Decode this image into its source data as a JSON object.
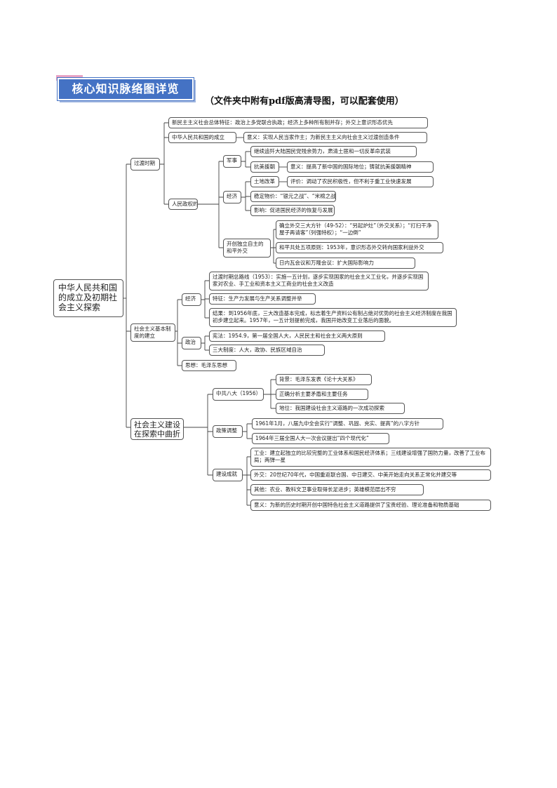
{
  "header": {
    "title": "核心知识脉络图详览",
    "subtitle": "（文件夹中附有pdf版高清导图，可以配套使用）"
  },
  "root": "中华人民共和国的成立及初期社会主义探索",
  "b1": {
    "label": "过渡时期",
    "a": "新民主主义社会总体特征：政治上多党联合执政；经济上多种所有制并存；外交上意识形态优先",
    "b": {
      "label": "中华人民共和国的成立",
      "c1": "意义：实现人民当家作主；为新民主主义向社会主义过渡创造条件"
    },
    "c": {
      "label": "人民政权的巩固",
      "mil": {
        "label": "军事",
        "c1": "继续追歼大陆国民党残余势力，肃清土匪和一切反革命武装",
        "aid": {
          "label": "抗美援朝",
          "c1": "意义：提高了新中国的国际地位；铸就抗美援朝精神"
        }
      },
      "eco": {
        "label": "经济",
        "land": {
          "label": "土地改革",
          "c1": "评价：调动了农民积极性，但不利于重工业快速发展"
        },
        "c2": "稳定物价：“银元之战”、“米棉之战”",
        "c3": "影响：促进国民经济的恢复与发展"
      },
      "dip": {
        "label": "开创独立自主的和平外交",
        "c1": "确立外交三大方针（49-52）：“另起炉灶”（外交关系）；“打扫干净屋子再请客”（列强特权）；“一边倒”",
        "c2": "和平共处五项原则：1953年，意识形态外交转向国家利益外交",
        "c3": "日内瓦会议和万隆会议：扩大国际影响力"
      }
    }
  },
  "b2": {
    "label": "社会主义基本制度的建立",
    "eco": {
      "label": "经济",
      "c1": "过渡时期总路线（1953）：实施一五计划，逐步实现国家的社会主义工业化，并逐步实现国家对农业、手工业和资本主义工商业的社会主义改造",
      "c2": "特征：生产力发展与生产关系调整并举",
      "c3": "结果：到1956年底，三大改造基本完成，标志着生产资料公有制占绝对优势的社会主义经济制度在我国初步建立起来。1957年，一五计划提前完成，我国开始改变工业落后的面貌。"
    },
    "pol": {
      "label": "政治",
      "c1": "宪法：1954.9，第一届全国人大，人民民主和社会主义两大原则",
      "c2": "三大制度：人大，政协、民族区域自治"
    },
    "thought": "思想：毛泽东思想"
  },
  "b3": {
    "label": "社会主义建设在探索中曲折发展",
    "c8": {
      "label": "中共八大（1956）",
      "c1": "背景：毛泽东发表《论十大关系》",
      "c2": "正确分析主要矛盾和主要任务",
      "c3": "地位：我国建设社会主义道路的一次成功探索"
    },
    "adj": {
      "label": "政策调整",
      "c1": "1961年1月，八届九中全会实行“调整、巩固、充实、提高”的八字方针",
      "c2": "1964年三届全国人大一次会议提出“四个现代化”"
    },
    "ach": {
      "label": "建设成就",
      "c1": "工业：建立起独立的比较完整的工业体系和国民经济体系；三线建设增强了国防力量，改善了工业布局；两弹一星",
      "c2": "外交：20世纪70年代，中国重返联合国、中日建交、中美开始走向关系正常化并建交等",
      "c3": "其他：农业、教科文卫事业取得长足进步；英雄模范层出不穷",
      "c4": "意义：为新的历史时期开创中国特色社会主义道路提供了宝贵经验、理论准备和物质基础"
    }
  }
}
